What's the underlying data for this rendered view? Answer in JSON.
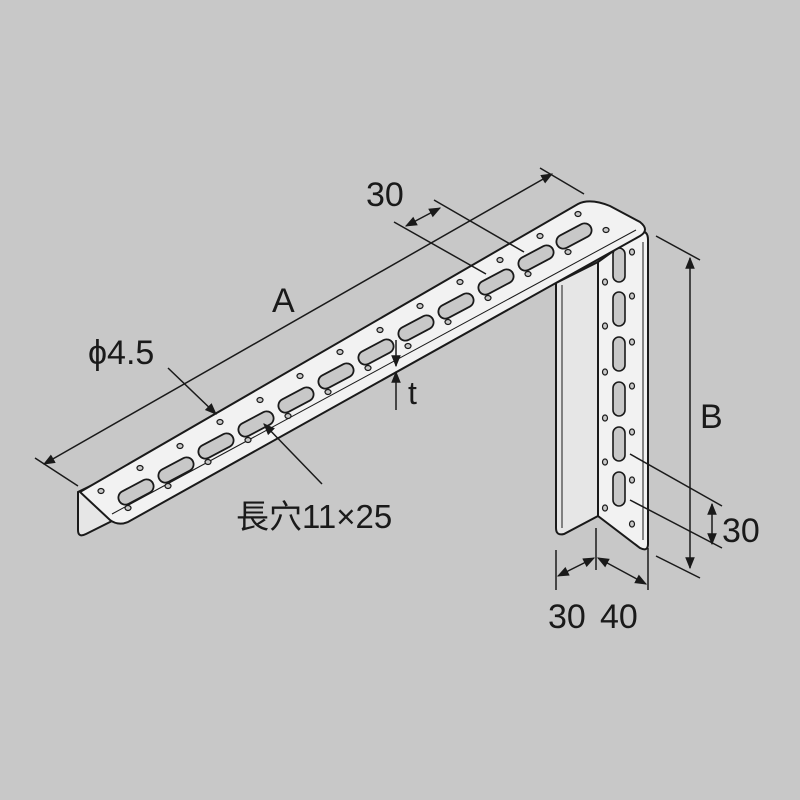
{
  "diagram": {
    "subject": "L-shaped angle bracket with slotted holes",
    "background_color": "#c8c8c8",
    "line_color": "#1a1a1a",
    "metal_color": "#f2f2f2",
    "labels": {
      "pitch_top": "30",
      "length": "A",
      "hole_diameter": "ϕ4.5",
      "thickness": "t",
      "slot": "長穴11×25",
      "height": "B",
      "pitch_side": "30",
      "flange_width_1": "30",
      "flange_width_2": "40"
    }
  }
}
